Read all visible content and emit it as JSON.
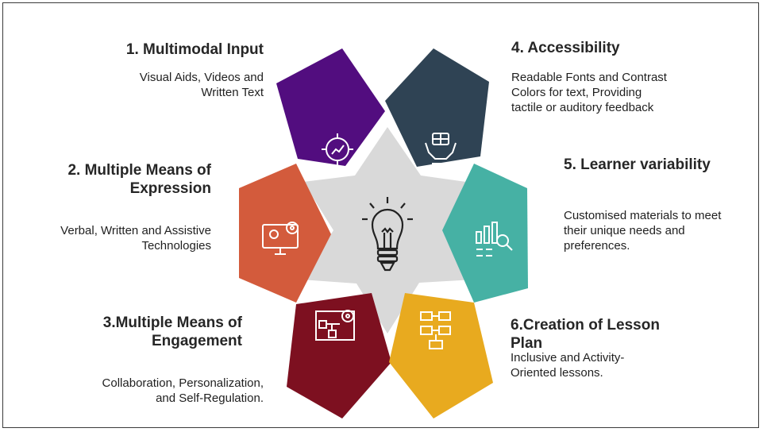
{
  "items": [
    {
      "title": "1. Multimodal Input",
      "description_lines": [
        "Visual Aids, Videos and",
        "Written Text"
      ],
      "color": "#520d7f",
      "icon": "target-chart-icon"
    },
    {
      "title_lines": [
        "2.  Multiple Means of",
        "Expression"
      ],
      "description_lines": [
        "Verbal, Written and Assistive",
        "Technologies"
      ],
      "color": "#d35b3c",
      "icon": "monitor-gears-icon"
    },
    {
      "title_lines": [
        "3.Multiple Means of",
        "Engagement"
      ],
      "description_lines": [
        "Collaboration, Personalization,",
        "and Self-Regulation."
      ],
      "color": "#7d1020",
      "icon": "workflow-gear-icon"
    },
    {
      "title": "4. Accessibility",
      "description_lines": [
        "Readable Fonts and Contrast",
        "Colors for text,   Providing",
        "tactile or auditory feedback"
      ],
      "color": "#2f4354",
      "icon": "hands-gear-icon"
    },
    {
      "title": "5. Learner variability",
      "description_lines": [
        "Customised materials to meet",
        "their unique needs and",
        "preferences."
      ],
      "color": "#46b1a4",
      "icon": "bar-chart-search-icon"
    },
    {
      "title_lines": [
        "6.Creation of  Lesson",
        "Plan"
      ],
      "description_lines": [
        "Inclusive and Activity-",
        "Oriented lessons."
      ],
      "color": "#e8aa1f",
      "icon": "hierarchy-blocks-icon"
    }
  ],
  "center": {
    "color": "#d9d9d9",
    "icon": "light-bulb-icon"
  }
}
